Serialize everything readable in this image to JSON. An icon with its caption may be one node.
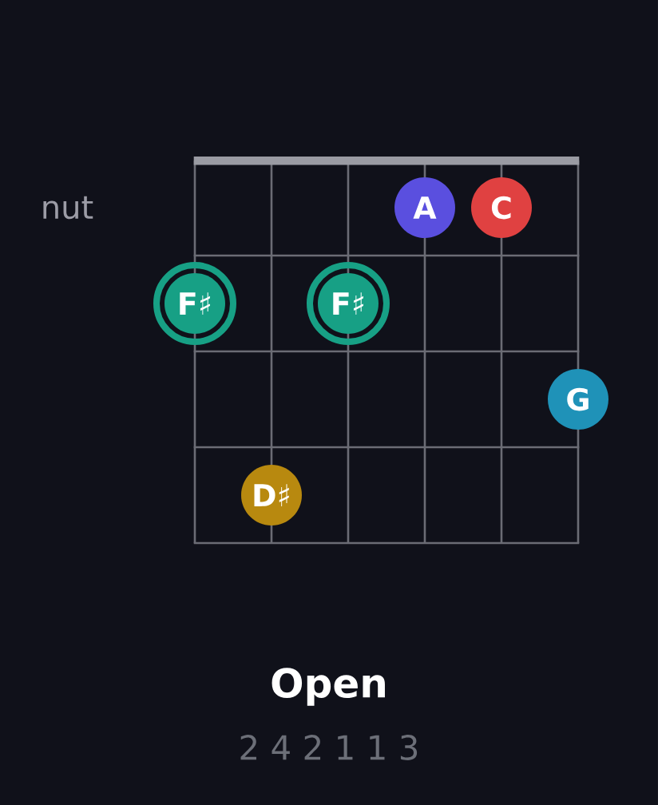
{
  "diagram": {
    "caption": "Open",
    "nodes": [
      {
        "text": [
          "A"
        ]
      },
      {
        "text": [
          "C"
        ]
      },
      {
        "text": [
          "F♯"
        ]
      },
      {
        "text": [
          "F♯"
        ]
      },
      {
        "text": [
          "G"
        ]
      },
      {
        "text": [
          "D♯"
        ]
      }
    ],
    "labels": [
      "nut",
      "2 4 2 1 1 3"
    ]
  }
}
